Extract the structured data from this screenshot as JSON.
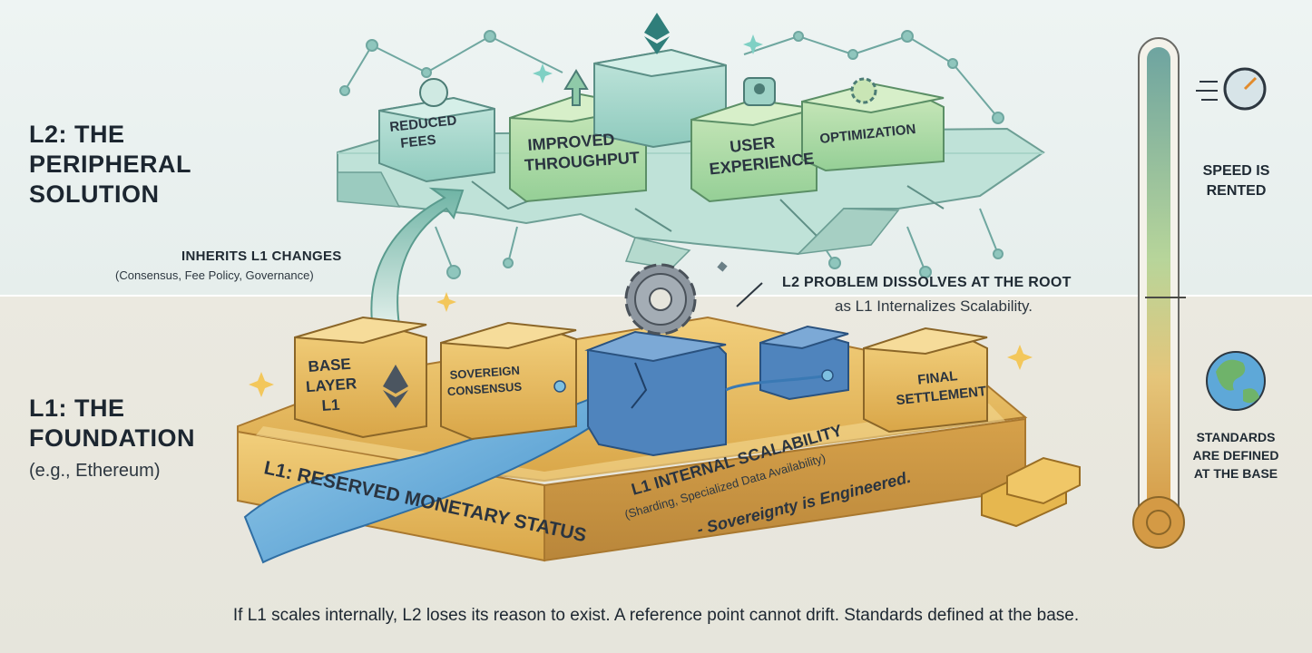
{
  "l2": {
    "title_line1": "L2: THE",
    "title_line2": "PERIPHERAL",
    "title_line3": "SOLUTION",
    "blocks": {
      "fees_line1": "REDUCED",
      "fees_line2": "FEES",
      "throughput_line1": "IMPROVED",
      "throughput_line2": "THROUGHPUT",
      "ux_line1": "USER",
      "ux_line2": "EXPERIENCE",
      "optimization": "OPTIMIZATION"
    }
  },
  "inherits": {
    "title": "INHERITS L1 CHANGES",
    "sub": "(Consensus, Fee Policy, Governance)"
  },
  "dissolve": {
    "title": "L2 PROBLEM DISSOLVES AT THE ROOT",
    "sub": "as L1 Internalizes Scalability."
  },
  "l1": {
    "title_line1": "L1: THE",
    "title_line2": "FOUNDATION",
    "sub": "(e.g., Ethereum)",
    "blocks": {
      "base_line1": "BASE",
      "base_line2": "LAYER",
      "base_line3": "L1",
      "sovereign_line1": "SOVEREIGN",
      "sovereign_line2": "CONSENSUS",
      "final_line1": "FINAL",
      "final_line2": "SETTLEMENT"
    },
    "platform_front": "L1: RESERVED MONETARY STATUS",
    "platform_right": "- Sovereignty is Engineered.",
    "scalability_title": "L1 INTERNAL SCALABILITY",
    "scalability_sub": "(Sharding, Specialized Data Availability)"
  },
  "thermometer": {
    "top_label_line1": "SPEED IS",
    "top_label_line2": "RENTED",
    "bottom_label_line1": "STANDARDS",
    "bottom_label_line2": "ARE DEFINED",
    "bottom_label_line3": "AT THE BASE"
  },
  "footer": "If L1 scales internally, L2 loses its reason to exist. A reference point cannot drift. Standards defined at the base.",
  "colors": {
    "l2_teal": "#9fd3c7",
    "l2_green": "#a9d8a2",
    "l1_gold": "#e3b45a",
    "l1_blue": "#4a7fb8",
    "water": "#5ea8d8"
  },
  "icons": [
    "ethereum-icon",
    "dollar-coin-icon",
    "arrows-up-icon",
    "user-icon",
    "gear-icon",
    "speedometer-icon",
    "globe-icon",
    "gold-bars-icon",
    "sparkle-icon"
  ]
}
